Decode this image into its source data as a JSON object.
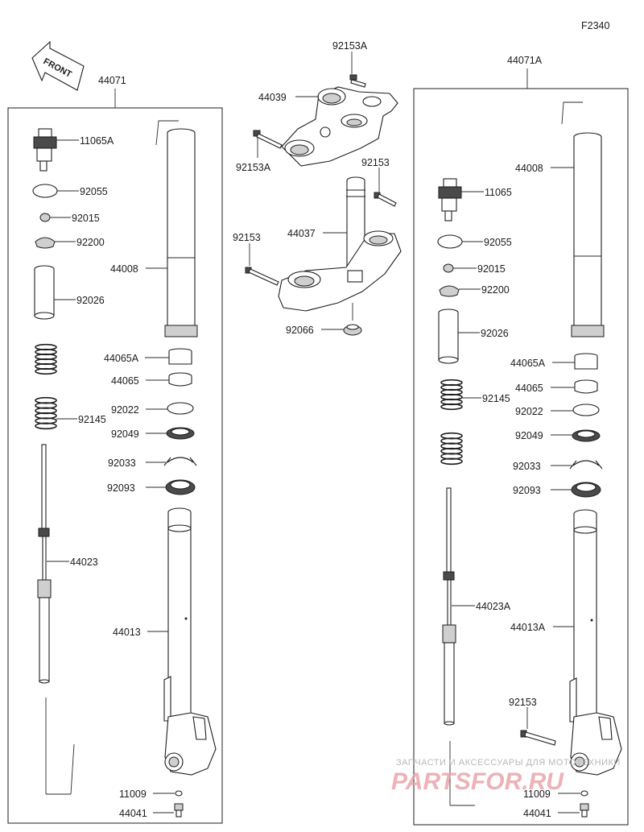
{
  "figure_code": "F2340",
  "front_label": "FRONT",
  "assemblies": {
    "left": "44071",
    "right": "44071A"
  },
  "labels": {
    "p44071": "44071",
    "p11065A": "11065A",
    "p92055_l": "92055",
    "p92015_l": "92015",
    "p92200_l": "92200",
    "p92026_l": "92026",
    "p92145_l": "92145",
    "p44023": "44023",
    "p44008_l": "44008",
    "p44065A_l": "44065A",
    "p44065_l": "44065",
    "p92022_l": "92022",
    "p92049_l": "92049",
    "p92033_l": "92033",
    "p92093_l": "92093",
    "p44013": "44013",
    "p11009_l": "11009",
    "p44041_l": "44041",
    "p92153A_top": "92153A",
    "p44039": "44039",
    "p92153A_left": "92153A",
    "p92153_mid_r": "92153",
    "p44037": "44037",
    "p92153_mid_l": "92153",
    "p92066": "92066",
    "p44071A": "44071A",
    "p44008_r": "44008",
    "p11065": "11065",
    "p92055_r": "92055",
    "p92015_r": "92015",
    "p92200_r": "92200",
    "p92026_r": "92026",
    "p44065A_r": "44065A",
    "p44065_r": "44065",
    "p92145_r": "92145",
    "p92022_r": "92022",
    "p92049_r": "92049",
    "p92033_r": "92033",
    "p92093_r": "92093",
    "p44023A": "44023A",
    "p44013A": "44013A",
    "p92153_r": "92153",
    "p11009_r": "11009",
    "p44041_r": "44041"
  },
  "watermark": {
    "line1": "ЗАПЧАСТИ И АКСЕССУАРЫ ДЛЯ МОТОТЕХНИКИ",
    "line2": "PARTSFOR.RU"
  }
}
